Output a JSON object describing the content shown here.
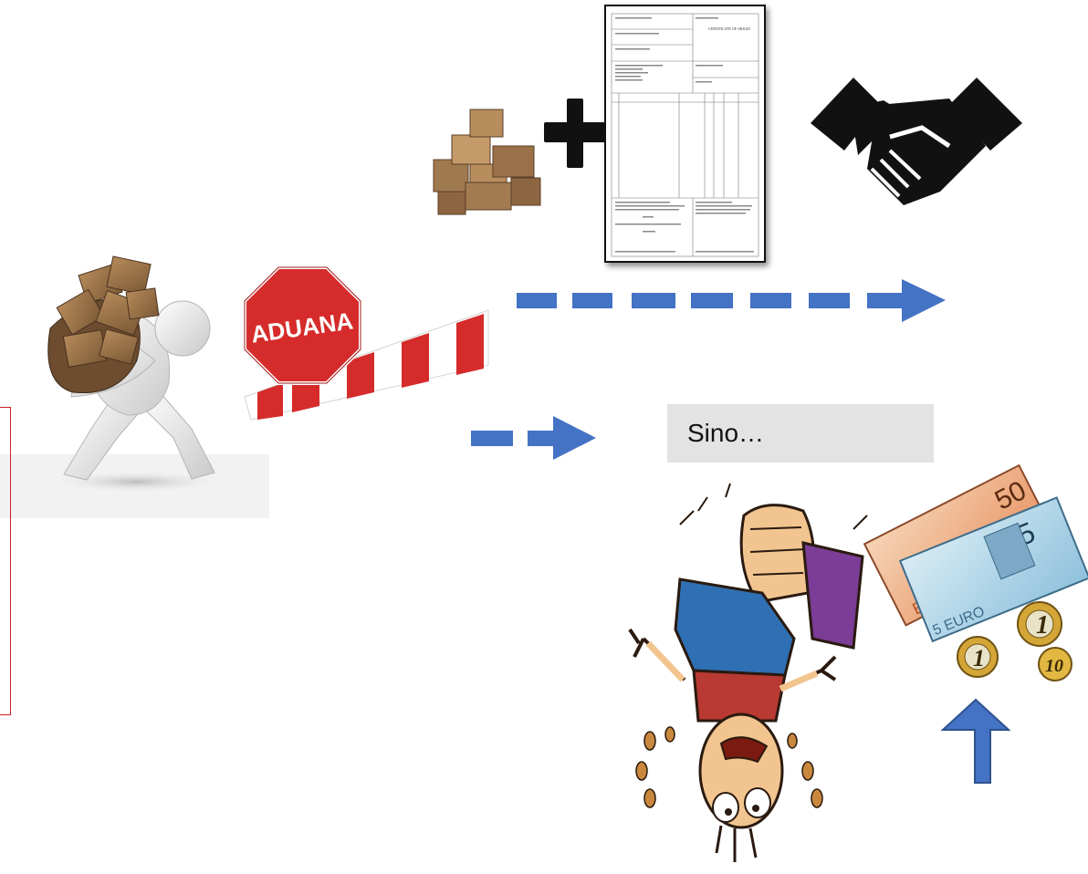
{
  "diagram": {
    "sino_label": "Sino…",
    "sign_text": "ADUANA",
    "document_heading": "CERTIFICATE OF ORIGIN",
    "banknote_values": [
      "50",
      "5"
    ],
    "coin_values": [
      "1",
      "10"
    ],
    "colors": {
      "arrow_blue": "#4472c4",
      "sign_red": "#d62b2b",
      "frame_red": "#c8202a",
      "label_background": "#e3e3e3"
    },
    "icons": [
      "person-carrying-boxes",
      "customs-barrier",
      "cardboard-boxes",
      "plus-icon",
      "certificate-document",
      "handshake-icon",
      "upside-down-man-shaken",
      "euro-money",
      "up-arrow"
    ]
  }
}
